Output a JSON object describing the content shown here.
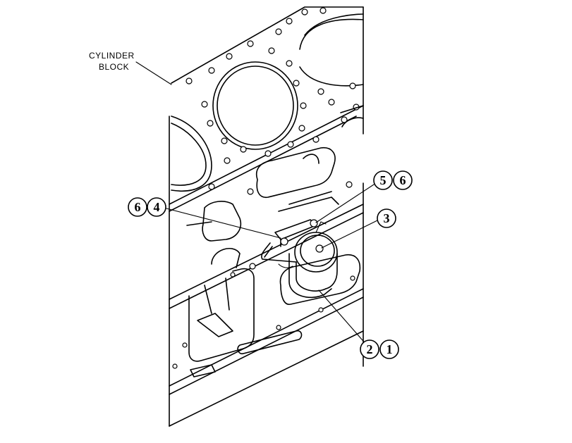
{
  "labels": {
    "cylinder_block_line1": "CYLINDER",
    "cylinder_block_line2": "BLOCK"
  },
  "callouts": {
    "c5": "5",
    "c6a": "6",
    "c3": "3",
    "c6b": "6",
    "c4": "4",
    "c2": "2",
    "c1": "1"
  }
}
